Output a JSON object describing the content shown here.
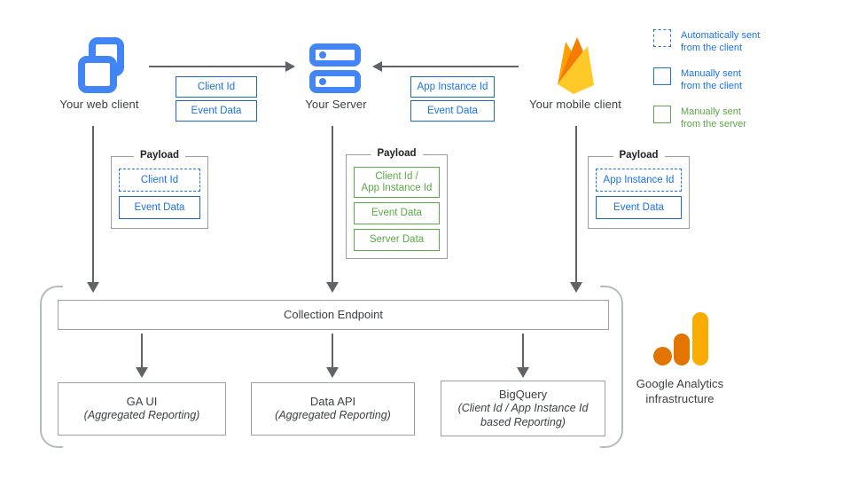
{
  "nodes": {
    "web_client": {
      "label": "Your web client"
    },
    "server": {
      "label": "Your Server"
    },
    "mobile_client": {
      "label": "Your mobile client"
    }
  },
  "legend": [
    {
      "label": "Automatically sent\nfrom the client",
      "style": "dashed-blue"
    },
    {
      "label": "Manually sent\nfrom the client",
      "style": "solid-blue"
    },
    {
      "label": "Manually sent\nfrom the server",
      "style": "solid-green"
    }
  ],
  "flows": {
    "web_to_server": [
      "Client Id",
      "Event Data"
    ],
    "mobile_to_server": [
      "App Instance Id",
      "Event Data"
    ]
  },
  "payloads": {
    "web": {
      "title": "Payload",
      "items": [
        {
          "text": "Client Id"
        },
        {
          "text": "Event Data"
        }
      ]
    },
    "server": {
      "title": "Payload",
      "items": [
        {
          "text": "Client Id /\nApp Instance Id"
        },
        {
          "text": "Event Data"
        },
        {
          "text": "Server Data"
        }
      ]
    },
    "mobile": {
      "title": "Payload",
      "items": [
        {
          "text": "App Instance Id"
        },
        {
          "text": "Event Data"
        }
      ]
    }
  },
  "infrastructure": {
    "endpoint": "Collection Endpoint",
    "outputs": [
      {
        "title": "GA UI",
        "subtitle": "(Aggregated Reporting)"
      },
      {
        "title": "Data API",
        "subtitle": "(Aggregated Reporting)"
      },
      {
        "title": "BigQuery",
        "subtitle": "(Client Id / App Instance Id based Reporting)"
      }
    ],
    "caption": "Google Analytics\ninfrastructure"
  },
  "colors": {
    "blue_accent": "#1a73e8",
    "icon_blue": "#4285f4",
    "green_accent": "#5ba746",
    "arrow_gray": "#5f6368",
    "box_border_gray": "#9aa0a6",
    "firebase_amber": "#ffa000",
    "firebase_orange": "#f57c00",
    "firebase_yellow": "#ffca28",
    "ga_dark_orange": "#e37400",
    "ga_amber": "#f9ab00"
  }
}
